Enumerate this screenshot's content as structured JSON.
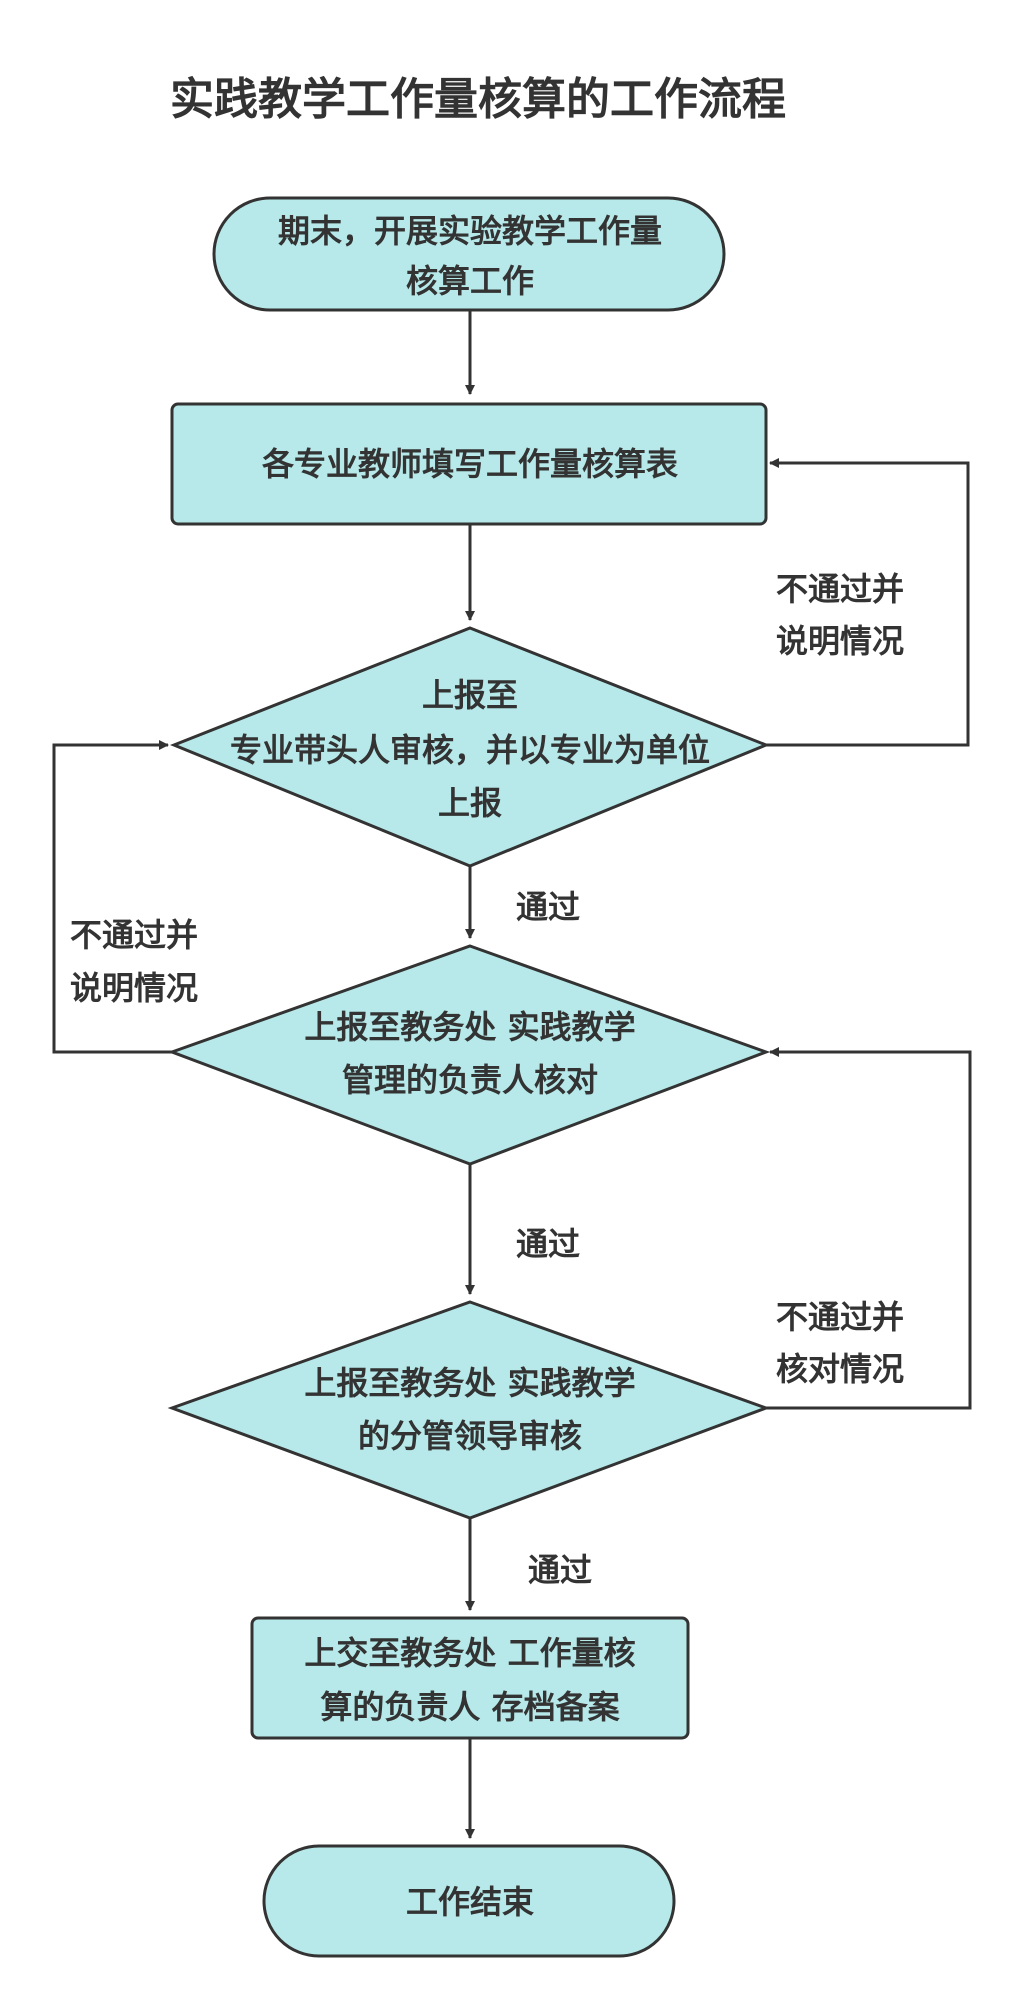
{
  "title": "实践教学工作量核算的工作流程",
  "colors": {
    "node_fill": "#b7e9ea",
    "stroke": "#333333",
    "text": "#333333",
    "background": "#ffffff"
  },
  "nodes": {
    "start": {
      "lines": [
        "期末，开展实验教学工作量",
        "核算工作"
      ]
    },
    "fill_form": {
      "lines": [
        "各专业教师填写工作量核算表"
      ]
    },
    "major_review": {
      "lines": [
        "上报至",
        "专业带头人审核，并以专业为单位",
        "上报"
      ]
    },
    "office_check": {
      "lines": [
        "上报至教务处 实践教学",
        "管理的负责人核对"
      ]
    },
    "leader_review": {
      "lines": [
        "上报至教务处 实践教学",
        "的分管领导审核"
      ]
    },
    "archive": {
      "lines": [
        "上交至教务处 工作量核",
        "算的负责人 存档备案"
      ]
    },
    "end": {
      "lines": [
        "工作结束"
      ]
    }
  },
  "edge_labels": {
    "pass_1": "通过",
    "pass_2": "通过",
    "pass_3": "通过",
    "reject_1": [
      "不通过并",
      "说明情况"
    ],
    "reject_2": [
      "不通过并",
      "说明情况"
    ],
    "reject_3": [
      "不通过并",
      "核对情况"
    ]
  }
}
